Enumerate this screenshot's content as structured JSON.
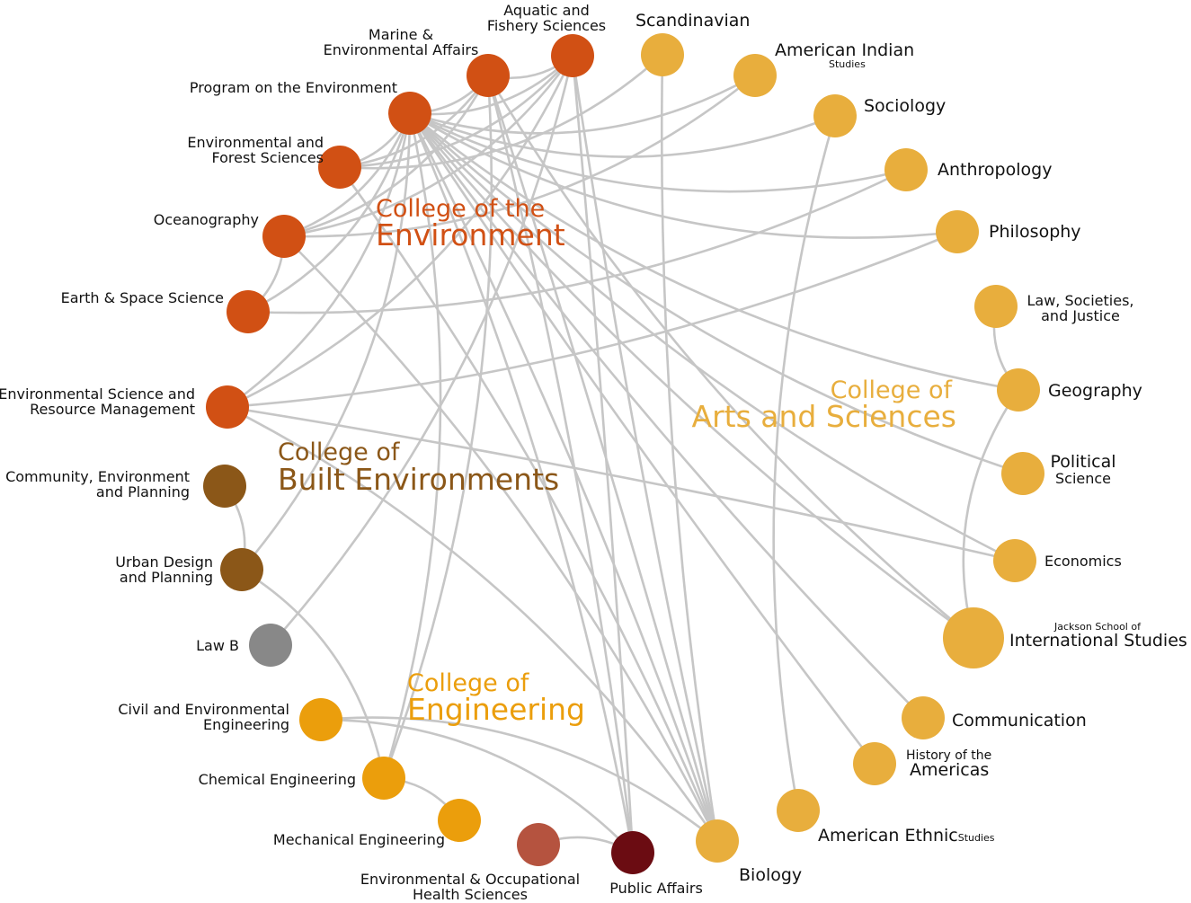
{
  "colors": {
    "environment": "#d15014",
    "built": "#8b5718",
    "engineering": "#eb9e0c",
    "arts": "#e8ae3d",
    "law": "#888888",
    "health": "#b5533f",
    "public_affairs": "#6b0c12",
    "edge": "#c6c6c6"
  },
  "colleges": {
    "environment": [
      "College of the",
      "Environment"
    ],
    "built": [
      "College of",
      "Built Environments"
    ],
    "engineering": [
      "College of",
      "Engineering"
    ],
    "arts": [
      "College of",
      "Arts and Sciences"
    ]
  },
  "nodes": [
    {
      "id": "aquatic",
      "group": "environment",
      "label": [
        "Aquatic and",
        "Fishery Sciences"
      ]
    },
    {
      "id": "marine",
      "group": "environment",
      "label": [
        "Marine &",
        "Environmental Affairs"
      ]
    },
    {
      "id": "poe",
      "group": "environment",
      "label": [
        "Program on the Environment"
      ]
    },
    {
      "id": "efs",
      "group": "environment",
      "label": [
        "Environmental and",
        "Forest Sciences"
      ]
    },
    {
      "id": "ocean",
      "group": "environment",
      "label": [
        "Oceanography"
      ]
    },
    {
      "id": "ess",
      "group": "environment",
      "label": [
        "Earth & Space Science"
      ]
    },
    {
      "id": "esrm",
      "group": "environment",
      "label": [
        "Environmental Science and",
        "Resource Management"
      ]
    },
    {
      "id": "cep",
      "group": "built",
      "label": [
        "Community, Environment",
        "and Planning"
      ]
    },
    {
      "id": "udp",
      "group": "built",
      "label": [
        "Urban Design",
        "and Planning"
      ]
    },
    {
      "id": "lawb",
      "group": "law",
      "label": [
        "Law B"
      ]
    },
    {
      "id": "civil",
      "group": "engineering",
      "label": [
        "Civil and Environmental",
        "Engineering"
      ]
    },
    {
      "id": "chem",
      "group": "engineering",
      "label": [
        "Chemical Engineering"
      ]
    },
    {
      "id": "mech",
      "group": "engineering",
      "label": [
        "Mechanical Engineering"
      ]
    },
    {
      "id": "eohs",
      "group": "health",
      "label": [
        "Environmental & Occupational",
        "Health Sciences"
      ]
    },
    {
      "id": "pa",
      "group": "public_affairs",
      "label": [
        "Public Affairs"
      ]
    },
    {
      "id": "bio",
      "group": "arts",
      "label": [
        "Biology"
      ]
    },
    {
      "id": "aes",
      "group": "arts",
      "label": [
        "American Ethnic"
      ],
      "sub": "Studies"
    },
    {
      "id": "hoa",
      "group": "arts",
      "label": [
        "History of the"
      ],
      "main": "Americas"
    },
    {
      "id": "comm",
      "group": "arts",
      "label": [
        "Communication"
      ]
    },
    {
      "id": "jsis",
      "group": "arts",
      "label": [
        "Jackson School of"
      ],
      "main": "International Studies"
    },
    {
      "id": "econ",
      "group": "arts",
      "label": [
        "Economics"
      ]
    },
    {
      "id": "polisci",
      "group": "arts",
      "label": [
        "Political"
      ],
      "main": "Science"
    },
    {
      "id": "geog",
      "group": "arts",
      "label": [
        "Geography"
      ]
    },
    {
      "id": "lsj",
      "group": "arts",
      "label": [
        "Law, Societies,",
        "and Justice"
      ]
    },
    {
      "id": "phil",
      "group": "arts",
      "label": [
        "Philosophy"
      ]
    },
    {
      "id": "anth",
      "group": "arts",
      "label": [
        "Anthropology"
      ]
    },
    {
      "id": "soc",
      "group": "arts",
      "label": [
        "Sociology"
      ]
    },
    {
      "id": "ais",
      "group": "arts",
      "label": [
        "American Indian"
      ],
      "sub": "Studies"
    },
    {
      "id": "scan",
      "group": "arts",
      "label": [
        "Scandinavian"
      ]
    }
  ],
  "edges": [
    [
      "poe",
      "marine"
    ],
    [
      "poe",
      "aquatic"
    ],
    [
      "poe",
      "efs"
    ],
    [
      "poe",
      "ocean"
    ],
    [
      "poe",
      "ess"
    ],
    [
      "poe",
      "esrm"
    ],
    [
      "poe",
      "soc"
    ],
    [
      "poe",
      "phil"
    ],
    [
      "poe",
      "anth"
    ],
    [
      "poe",
      "geog"
    ],
    [
      "poe",
      "polisci"
    ],
    [
      "poe",
      "econ"
    ],
    [
      "poe",
      "jsis"
    ],
    [
      "poe",
      "comm"
    ],
    [
      "poe",
      "hoa"
    ],
    [
      "poe",
      "bio"
    ],
    [
      "poe",
      "pa"
    ],
    [
      "poe",
      "udp"
    ],
    [
      "poe",
      "chem"
    ],
    [
      "poe",
      "ais"
    ],
    [
      "aquatic",
      "marine"
    ],
    [
      "aquatic",
      "efs"
    ],
    [
      "aquatic",
      "ocean"
    ],
    [
      "aquatic",
      "bio"
    ],
    [
      "aquatic",
      "pa"
    ],
    [
      "aquatic",
      "esrm"
    ],
    [
      "aquatic",
      "lawb"
    ],
    [
      "marine",
      "ocean"
    ],
    [
      "marine",
      "efs"
    ],
    [
      "marine",
      "pa"
    ],
    [
      "marine",
      "jsis"
    ],
    [
      "marine",
      "bio"
    ],
    [
      "marine",
      "chem"
    ],
    [
      "efs",
      "scan"
    ],
    [
      "efs",
      "bio"
    ],
    [
      "ocean",
      "ess"
    ],
    [
      "ocean",
      "bio"
    ],
    [
      "ocean",
      "ais"
    ],
    [
      "ess",
      "anth"
    ],
    [
      "esrm",
      "econ"
    ],
    [
      "esrm",
      "phil"
    ],
    [
      "esrm",
      "bio"
    ],
    [
      "cep",
      "udp"
    ],
    [
      "udp",
      "chem"
    ],
    [
      "civil",
      "pa"
    ],
    [
      "civil",
      "bio"
    ],
    [
      "chem",
      "mech"
    ],
    [
      "eohs",
      "pa"
    ],
    [
      "scan",
      "bio"
    ],
    [
      "soc",
      "aes"
    ],
    [
      "lsj",
      "geog"
    ],
    [
      "geog",
      "jsis"
    ]
  ]
}
